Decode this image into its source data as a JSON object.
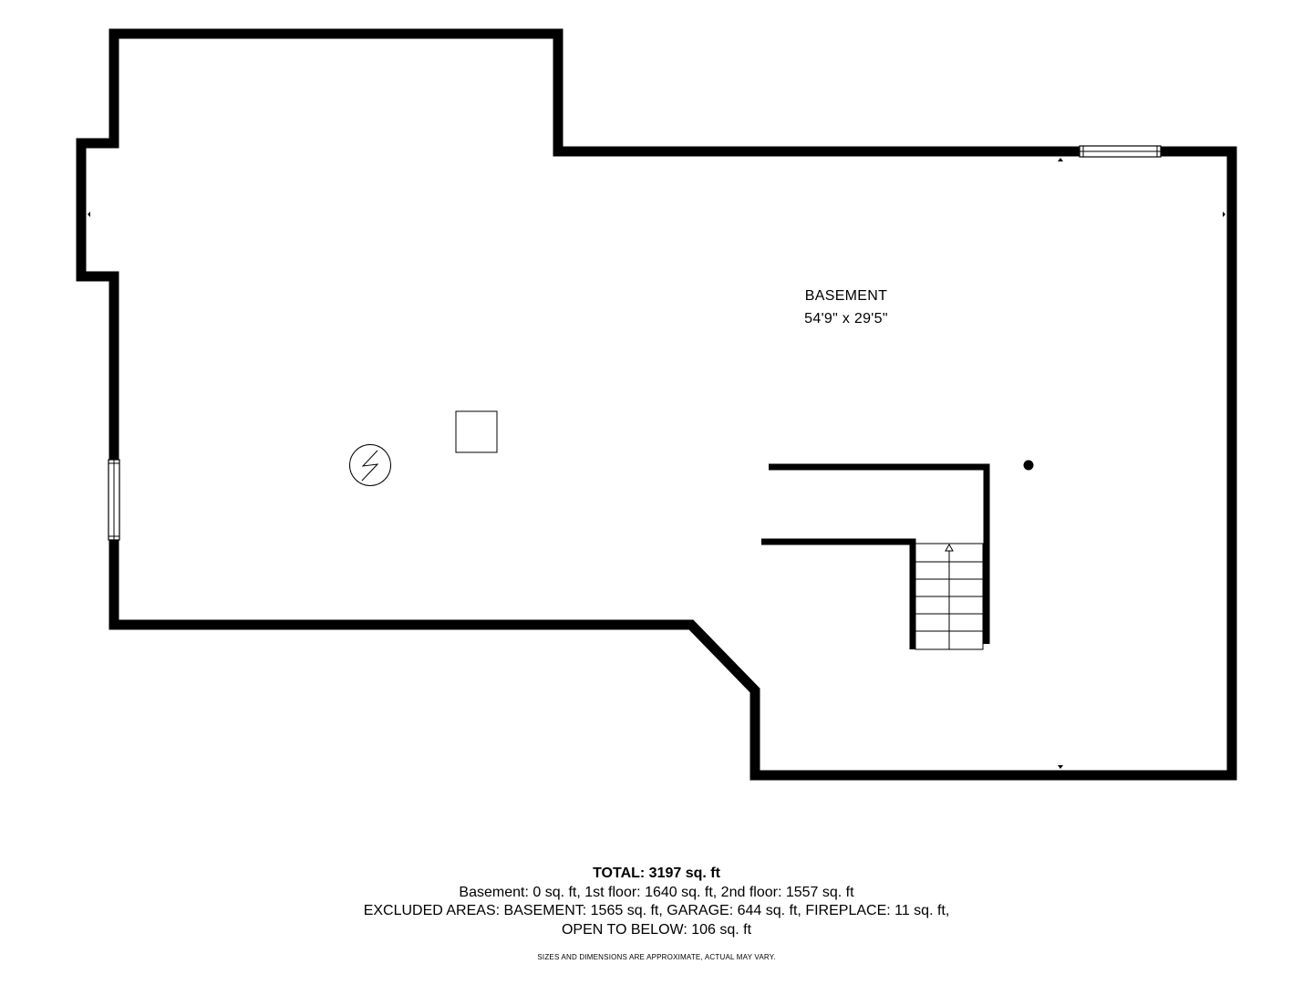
{
  "room": {
    "name": "BASEMENT",
    "dimensions": "54'9\" x 29'5\""
  },
  "summary": {
    "total": "TOTAL: 3197 sq. ft",
    "floors": "Basement: 0 sq. ft, 1st floor: 1640 sq. ft, 2nd floor: 1557 sq. ft",
    "excluded_line1": "EXCLUDED AREAS: BASEMENT: 1565 sq. ft, GARAGE: 644 sq. ft, FIREPLACE: 11 sq. ft,",
    "excluded_line2": "OPEN TO BELOW: 106 sq. ft",
    "disclaimer": "SIZES AND DIMENSIONS ARE APPROXIMATE, ACTUAL MAY VARY."
  },
  "colors": {
    "wall": "#000000",
    "background": "#ffffff"
  }
}
